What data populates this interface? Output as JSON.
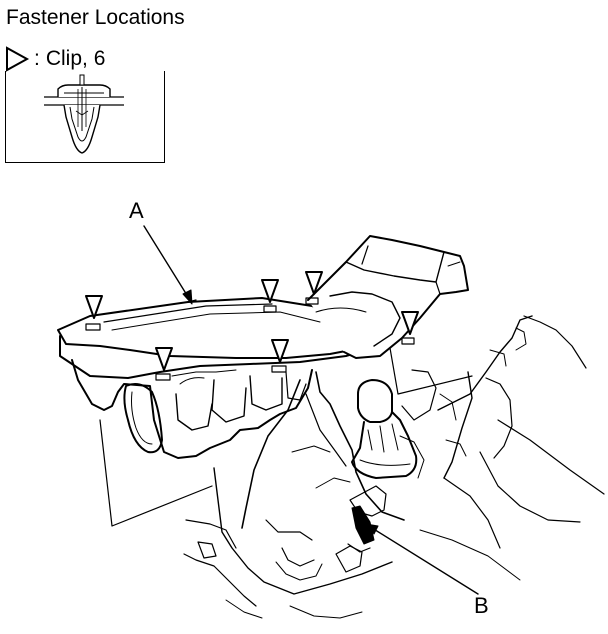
{
  "title": "Fastener Locations",
  "legend": {
    "symbol": "triangle-clip-icon",
    "separator": ":",
    "label": "Clip, 6"
  },
  "callouts": {
    "a": "A",
    "b": "B"
  },
  "colors": {
    "line": "#000000",
    "background": "#ffffff"
  }
}
